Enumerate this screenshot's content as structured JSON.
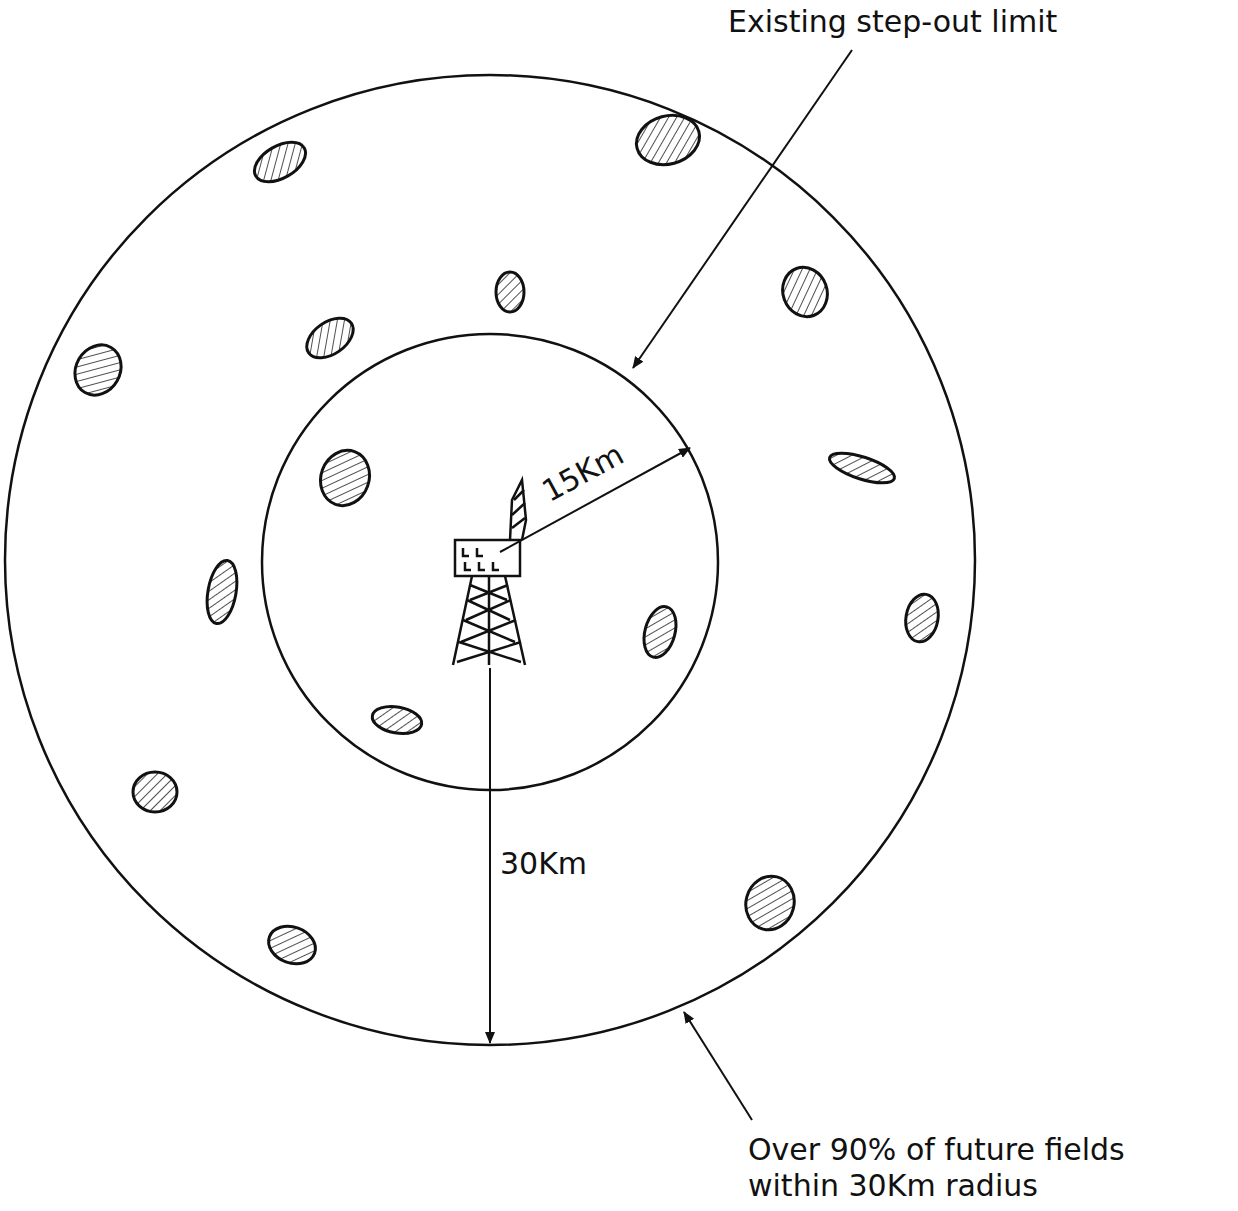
{
  "diagram": {
    "labels": [
      "Existing step-out limit",
      "15Km",
      "30Km",
      "Over 90% of future fields within 30Km radius"
    ]
  }
}
